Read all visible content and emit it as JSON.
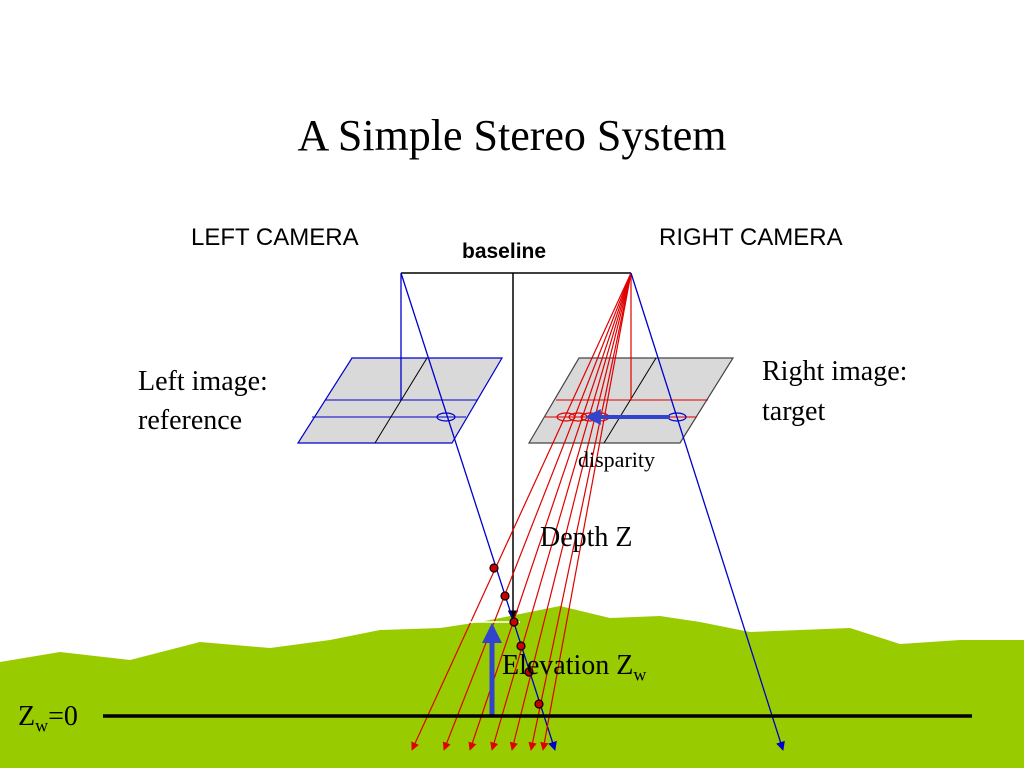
{
  "title": "A Simple Stereo System",
  "labels": {
    "left_camera": "LEFT CAMERA",
    "right_camera": "RIGHT CAMERA",
    "baseline": "baseline",
    "left_image_line1": "Left image:",
    "left_image_line2": "reference",
    "right_image_line1": "Right image:",
    "right_image_line2": "target",
    "disparity": "disparity",
    "depth": "Depth Z",
    "elevation": "Elevation Z",
    "elevation_sub": "w",
    "zw_z": "Z",
    "zw_sub": "w",
    "zw_eq": "=0"
  },
  "colors": {
    "ground": "#99cc00",
    "image_plane": "#d9d9d9",
    "left_rays": "#0000cc",
    "right_rays": "#e00000",
    "disparity_arrow": "#3344cc",
    "baseline": "#000000",
    "dots": "#cc0000"
  }
}
